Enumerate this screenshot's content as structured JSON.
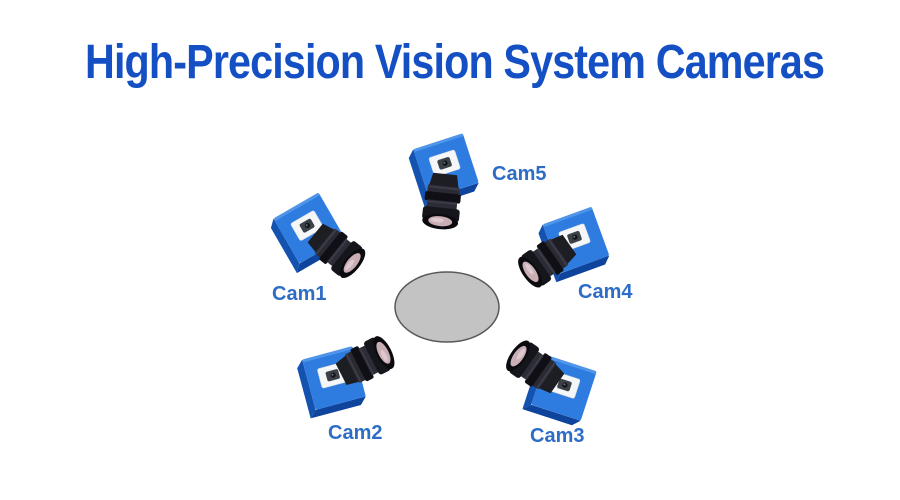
{
  "title": "High-Precision Vision System Cameras",
  "diagram": {
    "stage": {
      "shape": "ellipse",
      "description": "inspection target platform"
    },
    "cameras": [
      {
        "id": "cam1",
        "label": "Cam1"
      },
      {
        "id": "cam2",
        "label": "Cam2"
      },
      {
        "id": "cam3",
        "label": "Cam3"
      },
      {
        "id": "cam4",
        "label": "Cam4"
      },
      {
        "id": "cam5",
        "label": "Cam5"
      }
    ]
  },
  "colors": {
    "background": "#ffffff",
    "title_text": "#1450c4",
    "label_text": "#2e6dc6",
    "camera_body_blue": "#2e7ce0",
    "camera_body_blue_side": "#1452b0",
    "camera_body_blue_bottom": "#0e449c",
    "lens_barrel_dark": "#15151c",
    "lens_glass_pink": "#c9aeb5",
    "stage_gray_fill": "#c3c3c3",
    "stage_gray_stroke": "#58595b"
  }
}
